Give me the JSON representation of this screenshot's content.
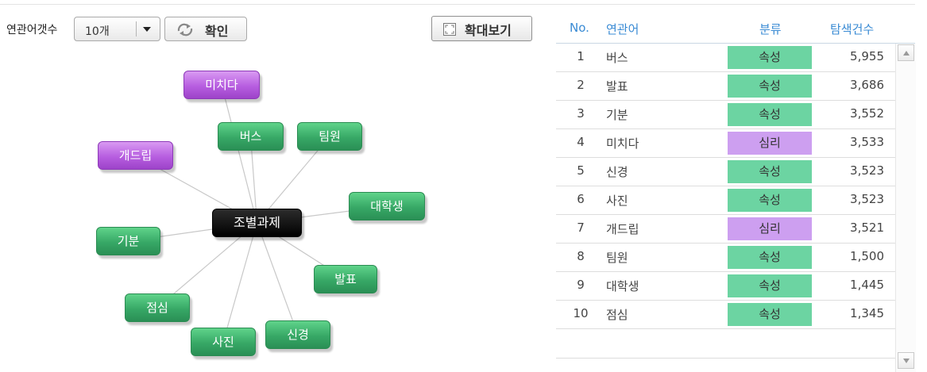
{
  "toolbar": {
    "count_label": "연관어갯수",
    "count_value": "10개",
    "confirm_label": "확인",
    "expand_label": "확대보기"
  },
  "graph": {
    "center": "조별과제",
    "nodes": [
      {
        "label": "미치다",
        "category": "psych"
      },
      {
        "label": "버스",
        "category": "attr"
      },
      {
        "label": "팀원",
        "category": "attr"
      },
      {
        "label": "개드립",
        "category": "psych"
      },
      {
        "label": "대학생",
        "category": "attr"
      },
      {
        "label": "기분",
        "category": "attr"
      },
      {
        "label": "발표",
        "category": "attr"
      },
      {
        "label": "점심",
        "category": "attr"
      },
      {
        "label": "신경",
        "category": "attr"
      },
      {
        "label": "사진",
        "category": "attr"
      }
    ]
  },
  "table": {
    "headers": {
      "no": "No.",
      "keyword": "연관어",
      "category": "분류",
      "count": "탐색건수"
    },
    "rows": [
      {
        "no": "1",
        "keyword": "버스",
        "category": "속성",
        "type": "attr",
        "count": "5,955"
      },
      {
        "no": "2",
        "keyword": "발표",
        "category": "속성",
        "type": "attr",
        "count": "3,686"
      },
      {
        "no": "3",
        "keyword": "기분",
        "category": "속성",
        "type": "attr",
        "count": "3,552"
      },
      {
        "no": "4",
        "keyword": "미치다",
        "category": "심리",
        "type": "psych",
        "count": "3,533"
      },
      {
        "no": "5",
        "keyword": "신경",
        "category": "속성",
        "type": "attr",
        "count": "3,523"
      },
      {
        "no": "6",
        "keyword": "사진",
        "category": "속성",
        "type": "attr",
        "count": "3,523"
      },
      {
        "no": "7",
        "keyword": "개드립",
        "category": "심리",
        "type": "psych",
        "count": "3,521"
      },
      {
        "no": "8",
        "keyword": "팀원",
        "category": "속성",
        "type": "attr",
        "count": "1,500"
      },
      {
        "no": "9",
        "keyword": "대학생",
        "category": "속성",
        "type": "attr",
        "count": "1,445"
      },
      {
        "no": "10",
        "keyword": "점심",
        "category": "속성",
        "type": "attr",
        "count": "1,345"
      }
    ]
  },
  "colors": {
    "attr": "#6cd4a2",
    "psych": "#cd9ff0",
    "header_text": "#3a8bd4",
    "center_node": "#000000"
  }
}
